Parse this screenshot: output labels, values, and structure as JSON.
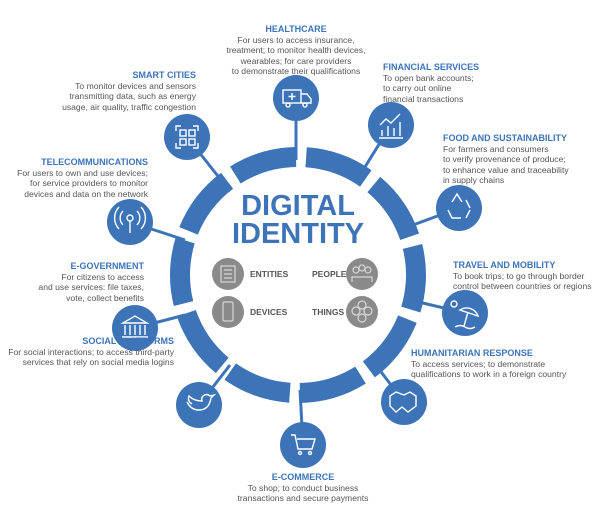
{
  "title": {
    "line1": "DIGITAL",
    "line2": "IDENTITY"
  },
  "colors": {
    "accent": "#3d74b8",
    "gray": "#8a8a8a",
    "text": "#555555"
  },
  "center": {
    "entities": "ENTITIES",
    "people": "PEOPLE",
    "devices": "DEVICES",
    "things": "THINGS"
  },
  "sectors": {
    "healthcare": {
      "title": "HEALTHCARE",
      "desc": "For users to access insurance,\ntreatment; to monitor health devices,\nwearables; for care providers\nto demonstrate their qualifications",
      "icon": "ambulance-icon"
    },
    "smart_cities": {
      "title": "SMART CITIES",
      "desc": "To monitor devices and sensors\ntransmitting data, such as energy\nusage, air quality, traffic congestion",
      "icon": "qr-code-icon"
    },
    "financial": {
      "title": "FINANCIAL SERVICES",
      "desc": "To open bank accounts;\nto carry out online\nfinancial transactions",
      "icon": "chart-icon"
    },
    "food": {
      "title": "FOOD AND SUSTAINABILITY",
      "desc": "For farmers and consumers\nto verify provenance of produce;\nto enhance value and traceability\nin supply chains",
      "icon": "recycle-icon"
    },
    "telecom": {
      "title": "TELECOMMUNICATIONS",
      "desc": "For users to own and use devices;\nfor  service providers to monitor\ndevices and data on the network",
      "icon": "antenna-icon"
    },
    "egov": {
      "title": "E-GOVERNMENT",
      "desc": "For citizens to access\nand use services: file taxes,\nvote, collect benefits",
      "icon": "government-building-icon"
    },
    "travel": {
      "title": "TRAVEL AND MOBILITY",
      "desc": "To book trips; to go through border\ncontrol between countries or regions",
      "icon": "beach-umbrella-icon"
    },
    "social": {
      "title": "SOCIAL PLATFORMS",
      "desc": "For social interactions; to access third-party\nservices that rely on social media logins",
      "icon": "bird-icon"
    },
    "humanitarian": {
      "title": "HUMANITARIAN RESPONSE",
      "desc": "To access services; to demonstrate\nqualifications to work in a foreign country",
      "icon": "handshake-icon"
    },
    "ecommerce": {
      "title": "E-COMMERCE",
      "desc": "To shop; to conduct business\ntransactions and secure payments",
      "icon": "shopping-cart-icon"
    }
  }
}
